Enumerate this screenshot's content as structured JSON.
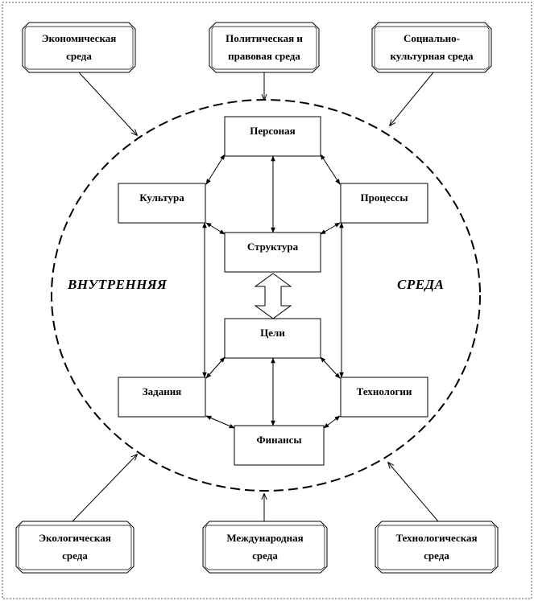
{
  "external": {
    "economic": "Экономическая\nсреда",
    "political": "Политическая и\nправовая среда",
    "social": "Социально-\nкультурная  среда",
    "ecological": "Экологическая\nсреда",
    "international": "Международная\nсреда",
    "technological": "Технологическая\nсреда"
  },
  "internal": {
    "personnel": "Персоная",
    "culture": "Культура",
    "processes": "Процессы",
    "structure": "Структура",
    "goals": "Цели",
    "tasks": "Задания",
    "technologies": "Технологии",
    "finance": "Финансы"
  },
  "environment_words": {
    "left": "ВНУТРЕННЯЯ",
    "right": "СРЕДА"
  }
}
